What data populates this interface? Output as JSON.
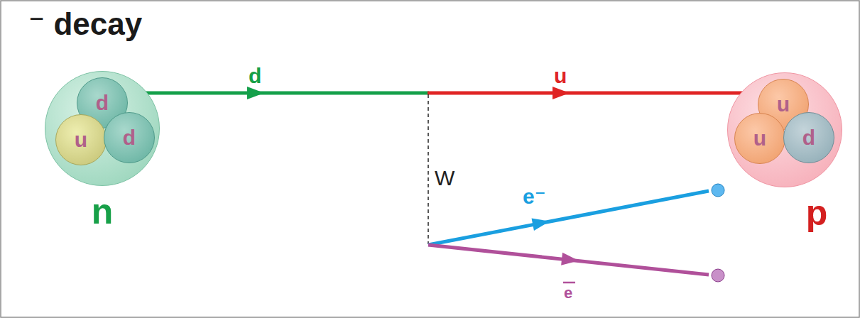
{
  "diagram": {
    "title": "⁻ decay",
    "nodes": [
      {
        "text": [
          "n"
        ]
      },
      {
        "text": [
          "d"
        ],
        "in": 0
      },
      {
        "text": [
          "u"
        ],
        "in": 0
      },
      {
        "text": [
          "d"
        ],
        "in": 0
      },
      {
        "text": [
          "p"
        ]
      },
      {
        "text": [
          "u"
        ],
        "in": 4
      },
      {
        "text": [
          "u"
        ],
        "in": 4
      },
      {
        "text": [
          "d"
        ],
        "in": 4
      }
    ],
    "labels": [
      "d",
      "u",
      "W",
      "e⁻",
      "e"
    ]
  }
}
